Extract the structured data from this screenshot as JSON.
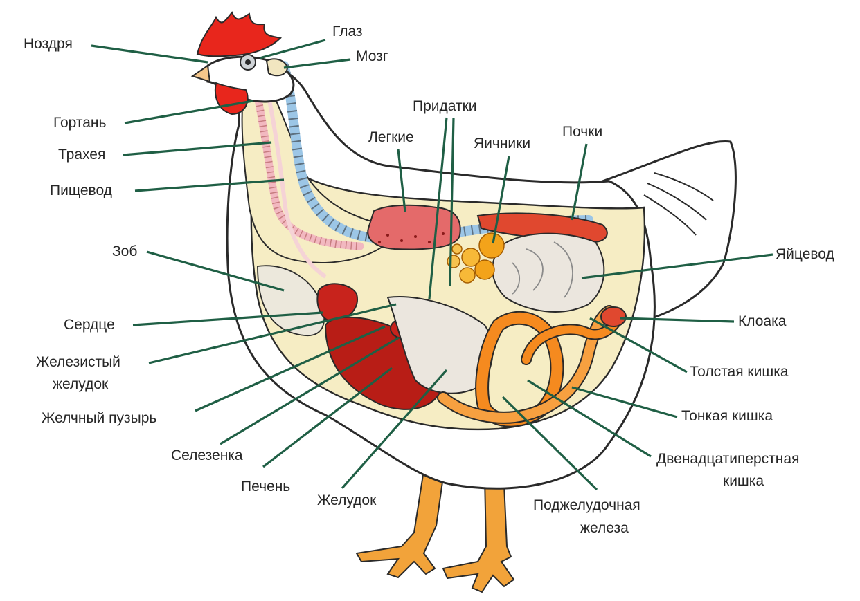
{
  "diagram": {
    "labels": {
      "nostril": "Ноздря",
      "eye": "Глаз",
      "brain": "Мозг",
      "larynx": "Гортань",
      "trachea": "Трахея",
      "esophagus": "Пищевод",
      "appendages": "Придатки",
      "lungs": "Легкие",
      "ovaries": "Яичники",
      "kidneys": "Почки",
      "crop": "Зоб",
      "oviduct": "Яйцевод",
      "heart": "Сердце",
      "cloaca": "Клоака",
      "proventriculus_1": "Железистый",
      "proventriculus_2": "желудок",
      "large_intestine": "Толстая кишка",
      "gallbladder": "Желчный пузырь",
      "small_intestine": "Тонкая кишка",
      "spleen": "Селезенка",
      "duodenum_1": "Двенадцатиперстная",
      "duodenum_2": "кишка",
      "liver": "Печень",
      "gizzard": "Желудок",
      "pancreas_1": "Поджелудочная",
      "pancreas_2": "железа"
    },
    "colors": {
      "leader": "#1f5f45",
      "outline": "#2a2a2a",
      "comb": "#e8261c",
      "beak": "#f5c68a",
      "skin": "#f6edc4",
      "trachea": "#f2b8c0",
      "spine": "#9cc6e6",
      "heart": "#c8231c",
      "liver": "#b81d16",
      "lungs": "#e46a6a",
      "kidney": "#e0482f",
      "ovary": "#f3a31a",
      "intestine": "#f58a1f",
      "oviduct": "#ebe6de",
      "legs": "#f2a33a"
    }
  }
}
